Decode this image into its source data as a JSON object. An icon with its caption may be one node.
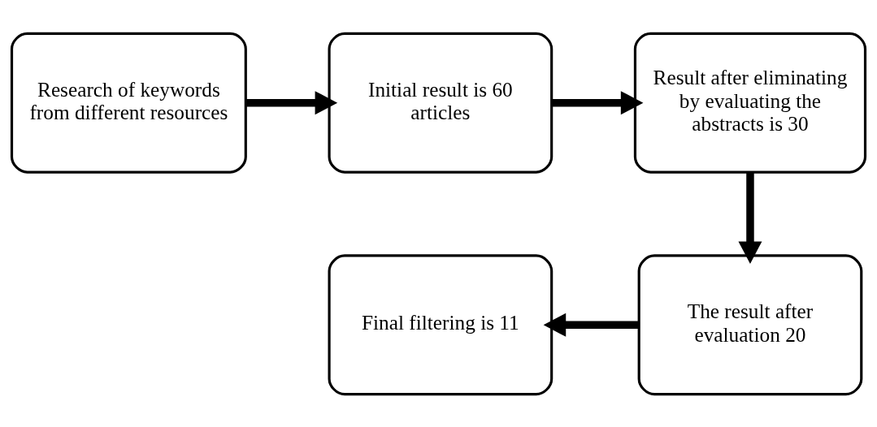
{
  "diagram": {
    "nodes": [
      {
        "text": [
          "Research of keywords from different resources"
        ]
      },
      {
        "text": [
          "Initial result is 60 articles"
        ]
      },
      {
        "text": [
          "Result after eliminating by evaluating the abstracts is 30"
        ]
      },
      {
        "text": [
          "Final filtering is 11"
        ]
      },
      {
        "text": [
          "The result after evaluation 20"
        ]
      }
    ],
    "edges": [
      {
        "from": 0,
        "to": 1,
        "arrow": "to"
      },
      {
        "from": 1,
        "to": 2,
        "arrow": "to"
      },
      {
        "from": 2,
        "to": 4,
        "arrow": "to"
      },
      {
        "from": 4,
        "to": 3,
        "arrow": "to"
      }
    ]
  }
}
